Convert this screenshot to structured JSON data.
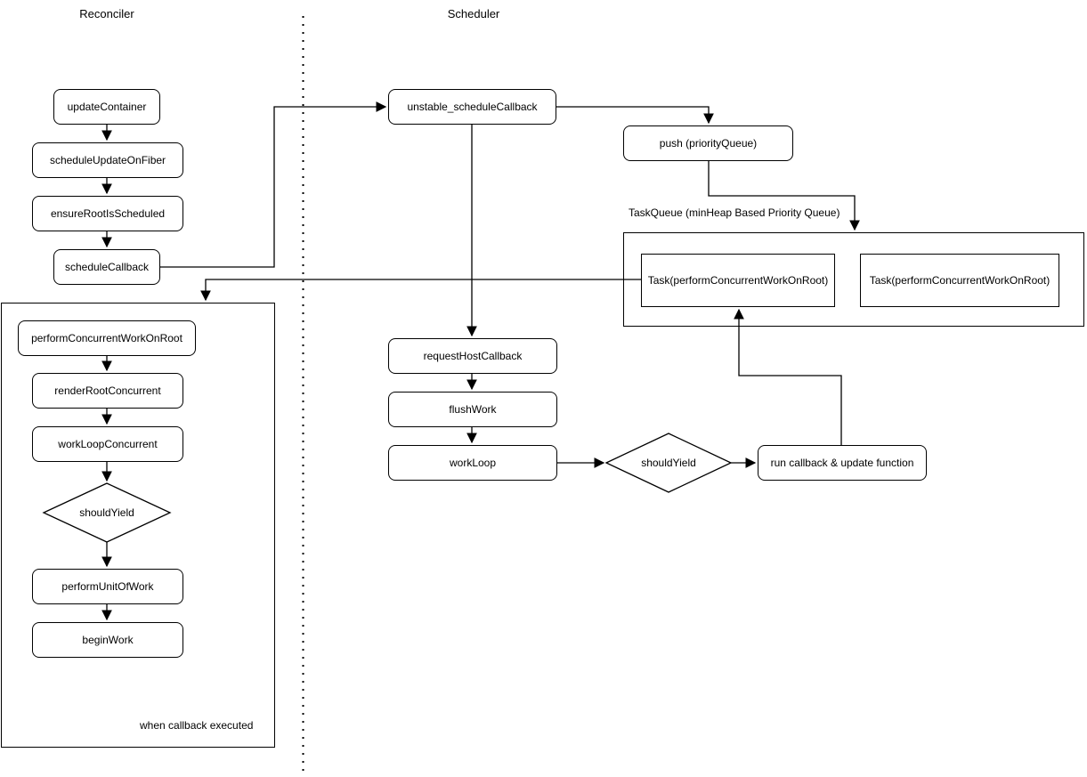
{
  "colors": {
    "stroke": "#000000",
    "background": "#ffffff"
  },
  "reconciler": {
    "section_label": "Reconciler",
    "nodes": {
      "updateContainer": "updateContainer",
      "scheduleUpdateOnFiber": "scheduleUpdateOnFiber",
      "ensureRootIsScheduled": "ensureRootIsScheduled",
      "scheduleCallback": "scheduleCallback"
    },
    "callback_box": {
      "caption": "when callback executed",
      "nodes": {
        "performConcurrentWorkOnRoot": "performConcurrentWorkOnRoot",
        "renderRootConcurrent": "renderRootConcurrent",
        "workLoopConcurrent": "workLoopConcurrent",
        "shouldYield": "shouldYield",
        "performUnitOfWork": "performUnitOfWork",
        "beginWork": "beginWork"
      }
    }
  },
  "scheduler": {
    "section_label": "Scheduler",
    "nodes": {
      "unstableScheduleCallback": "unstable_scheduleCallback",
      "pushPriorityQueue": "push (priorityQueue)",
      "requestHostCallback": "requestHostCallback",
      "flushWork": "flushWork",
      "workLoop": "workLoop",
      "shouldYield": "shouldYield",
      "runCallback": "run callback & update function"
    },
    "task_queue": {
      "label": "TaskQueue (minHeap Based Priority Queue)",
      "tasks": [
        "Task(performConcurrentWorkOnRoot)",
        "Task(performConcurrentWorkOnRoot)"
      ]
    }
  }
}
